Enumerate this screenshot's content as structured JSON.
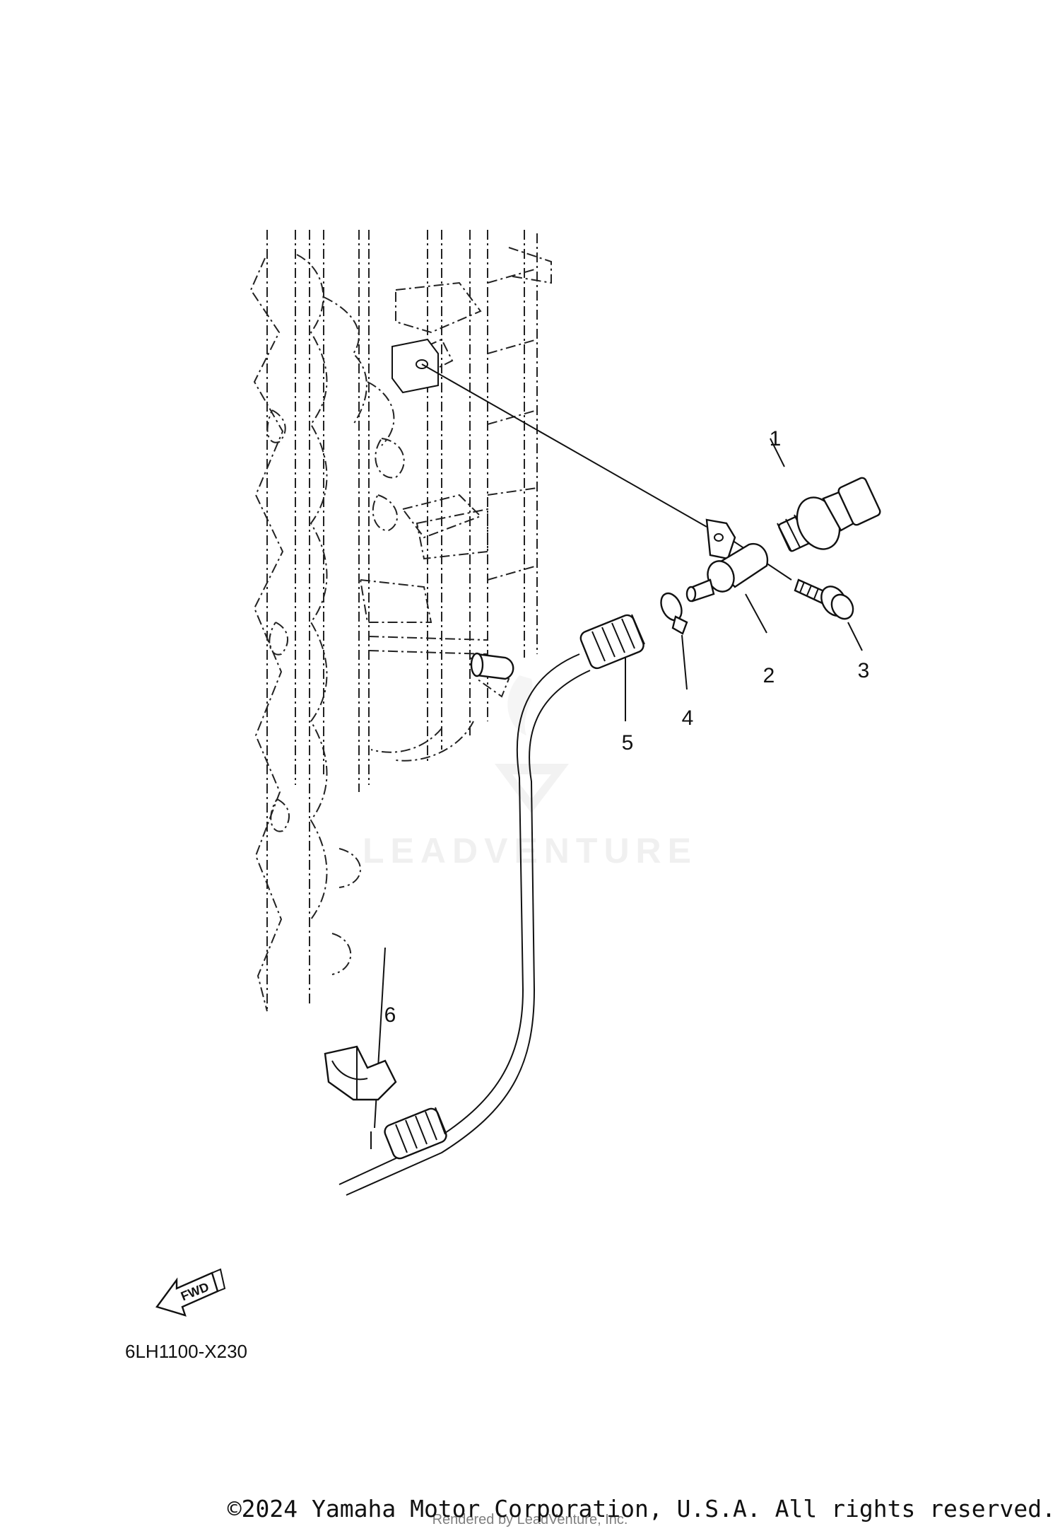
{
  "diagram": {
    "callouts": [
      {
        "id": "1",
        "label": "1"
      },
      {
        "id": "2",
        "label": "2"
      },
      {
        "id": "3",
        "label": "3"
      },
      {
        "id": "4",
        "label": "4"
      },
      {
        "id": "5",
        "label": "5"
      },
      {
        "id": "6",
        "label": "6"
      }
    ],
    "fwd_label": "FWD",
    "diagram_code": "6LH1100-X230",
    "watermark": "LEADVENTURE"
  },
  "footer": {
    "copyright": "©2024 Yamaha Motor Corporation, U.S.A. All rights reserved.",
    "rendered_by": "Rendered by LeadVenture, Inc."
  }
}
